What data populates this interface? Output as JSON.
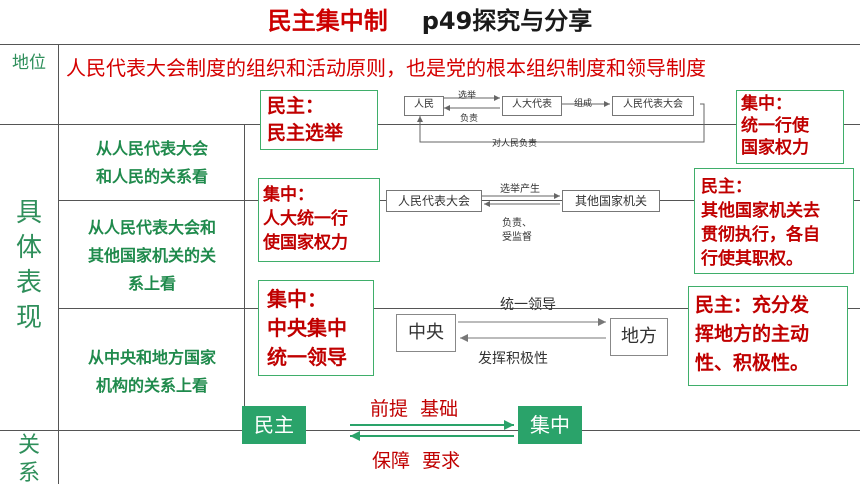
{
  "title": {
    "main": "民主集中制",
    "sub": "p49探究与分享"
  },
  "row_labels": {
    "position": "地位",
    "specific": [
      "具",
      "体",
      "表",
      "现"
    ],
    "relation": [
      "关",
      "系"
    ]
  },
  "position_text": "人民代表大会制度的组织和活动原则，也是党的根本组织制度和领导制度",
  "aspects": {
    "a1": [
      "从人民代表大会",
      "和人民的关系看"
    ],
    "a2": [
      "从人民代表大会和",
      "其他国家机关的关",
      "系上看"
    ],
    "a3": [
      "从中央和地方国家",
      "机构的关系上看"
    ]
  },
  "boxes": {
    "b1": [
      "民主：",
      "民主选举"
    ],
    "b2": [
      "集中：",
      "统一行使",
      "国家权力"
    ],
    "b3": [
      "集中：",
      "人大统一行",
      "使国家权力"
    ],
    "b4": [
      "民主：",
      "其他国家机关去",
      "贯彻执行，各自",
      "行使其职权。"
    ],
    "b5": [
      "集中：",
      "中央集中",
      "统一领导"
    ],
    "b6": [
      "民主：充分发",
      "挥地方的主动",
      "性、积极性。"
    ]
  },
  "diagram1": {
    "n1": "人民",
    "n2": "人大代表",
    "n3": "人民代表大会",
    "e1": "选举",
    "e2": "负责",
    "e3": "组成",
    "e4": "对人民负责"
  },
  "diagram2": {
    "n1": "人民代表大会",
    "n2": "其他国家机关",
    "e1": "选举产生",
    "e2": "负责、",
    "e3": "受监督"
  },
  "diagram3": {
    "n1": "中央",
    "n2": "地方",
    "e1": "统一领导",
    "e2": "发挥积极性"
  },
  "relation_row": {
    "left": "民主",
    "right": "集中",
    "top": "前提  基础",
    "bottom": "保障  要求"
  },
  "colors": {
    "title_red": "#cc0000",
    "green": "#2aa36a",
    "red_text": "#c00000"
  }
}
